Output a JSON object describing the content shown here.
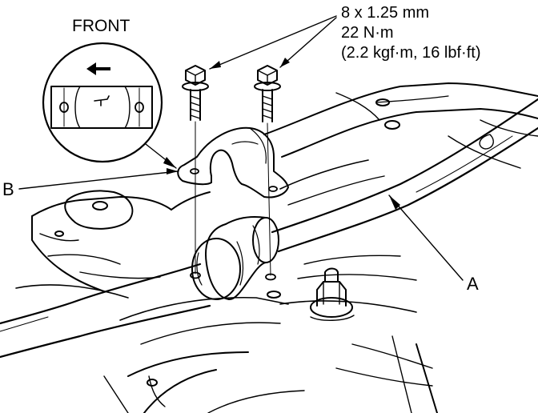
{
  "labels": {
    "front": "FRONT",
    "spec": {
      "bolt_size": "8 x 1.25 mm",
      "torque_nm": "22 N·m",
      "torque_alt": "(2.2 kgf·m, 16 lbf·ft)"
    },
    "callout_a": "A",
    "callout_b": "B"
  },
  "icons": {
    "direction": "arrow-left-icon",
    "bracket_mark": "alignment-mark-icon",
    "fastener": "flange-bolt-icon"
  },
  "colors": {
    "line": "#000000",
    "background": "#ffffff"
  }
}
